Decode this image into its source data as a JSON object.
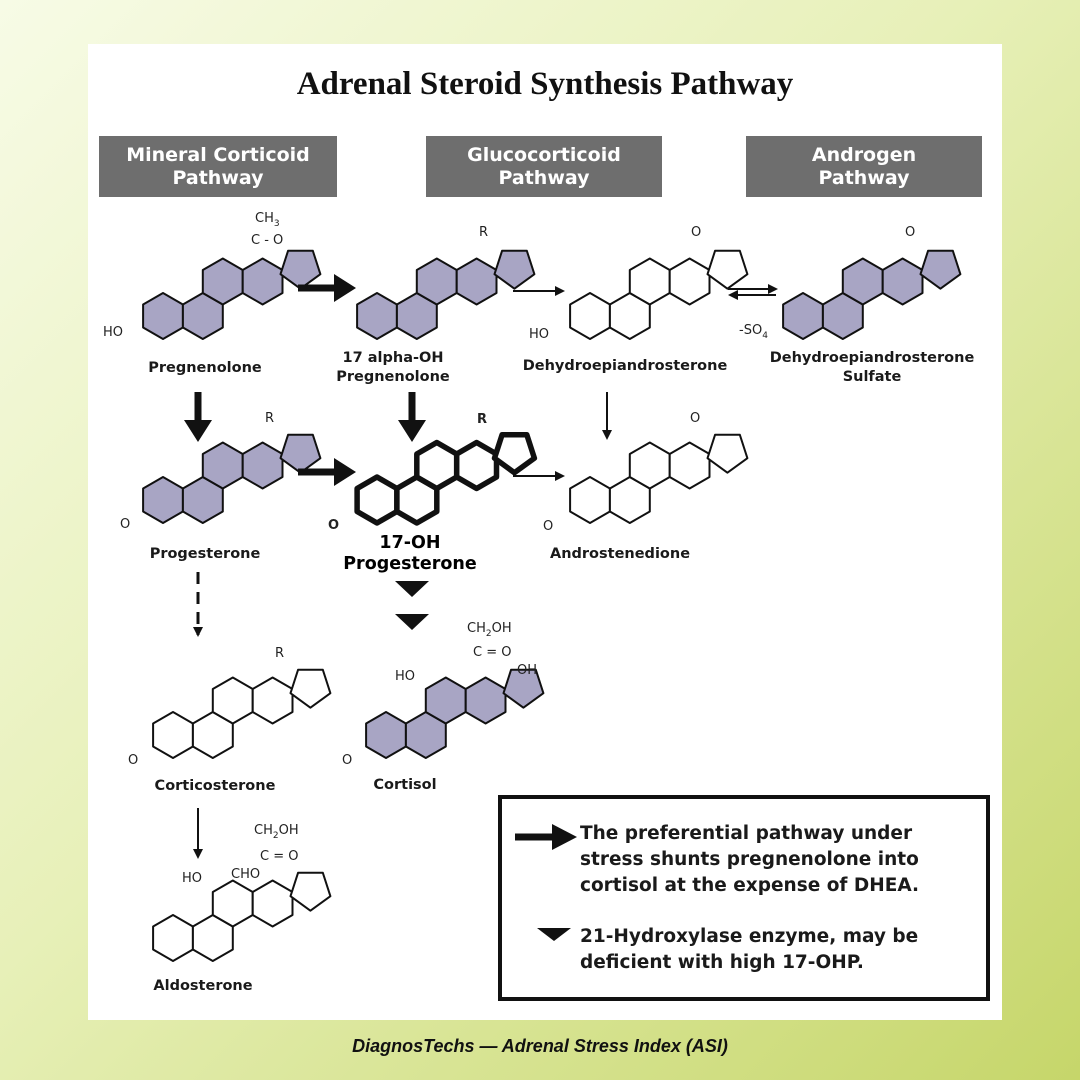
{
  "title": "Adrenal Steroid Synthesis Pathway",
  "headers": {
    "mineral": "Mineral Corticoid\nPathway",
    "gluco": "Glucocorticoid\nPathway",
    "androgen": "Androgen\nPathway"
  },
  "compounds": {
    "pregnenolone": "Pregnenolone",
    "oh_pregnenolone": "17 alpha-OH\nPregnenolone",
    "dhea": "Dehydroepiandrosterone",
    "dheas": "Dehydroepiandrosterone\nSulfate",
    "progesterone": "Progesterone",
    "oh_progesterone": "17-OH\nProgesterone",
    "androstenedione": "Androstenedione",
    "corticosterone": "Corticosterone",
    "cortisol": "Cortisol",
    "aldosterone": "Aldosterone"
  },
  "substituents": {
    "ho": "HO",
    "o": "O",
    "r": "R",
    "ch3": "CH",
    "ch3_sub": "3",
    "c": "C",
    "ch2oh": "CH",
    "ch2oh_sub": "2",
    "ch2oh_tail": "OH",
    "oh": "OH",
    "so4": "-SO",
    "so4_sub": "4",
    "cho": "CHO"
  },
  "legend": {
    "arrow_text": "The preferential pathway under\nstress shunts pregnenolone into\ncortisol at the expense of DHEA.",
    "triangle_text": "21-Hydroxylase enzyme, may be\ndeficient with high 17-OHP."
  },
  "footer": "DiagnosTechs — Adrenal Stress Index (ASI)",
  "colors": {
    "ring_fill": "#a8a5c4",
    "header_bg": "#6e6e6e",
    "line": "#111111"
  }
}
